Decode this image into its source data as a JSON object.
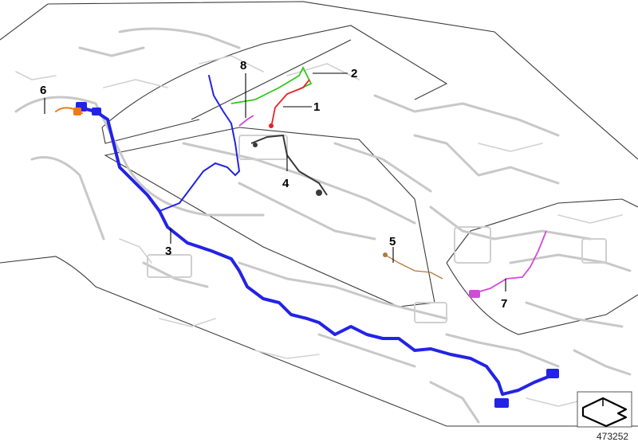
{
  "diagram": {
    "callouts": [
      {
        "id": "1",
        "label": "1"
      },
      {
        "id": "2",
        "label": "2"
      },
      {
        "id": "3",
        "label": "3"
      },
      {
        "id": "4",
        "label": "4"
      },
      {
        "id": "5",
        "label": "5"
      },
      {
        "id": "6",
        "label": "6"
      },
      {
        "id": "7",
        "label": "7"
      },
      {
        "id": "8",
        "label": "8"
      }
    ],
    "harness_colors": {
      "1": "#e8202a",
      "2": "#33c81e",
      "3": "#2323e6",
      "4": "#3a3a3a",
      "5": "#b07a3c",
      "6": "#f07a12",
      "7": "#d24ad8",
      "8": "#d24ad8"
    },
    "reference_number": "473252",
    "nav_icon": "direction-arrow-icon"
  }
}
